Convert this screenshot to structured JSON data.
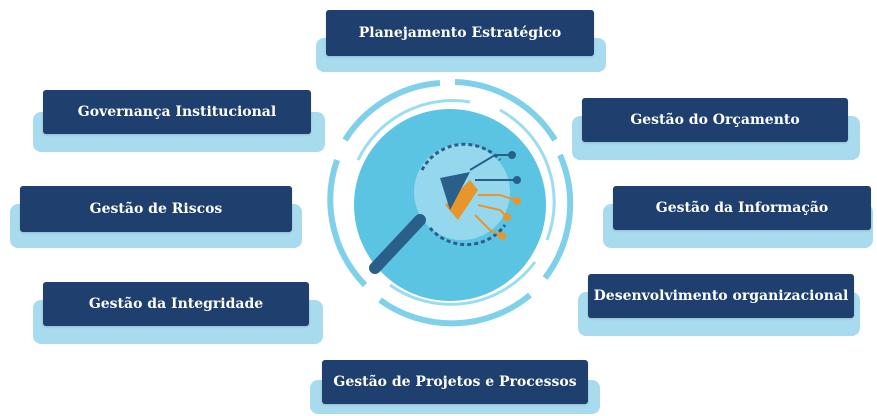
{
  "diagram": {
    "nodes": [
      {
        "id": "planejamento",
        "label": "Planejamento Estratégico"
      },
      {
        "id": "governanca",
        "label": "Governança Institucional"
      },
      {
        "id": "orcamento",
        "label": "Gestão do Orçamento"
      },
      {
        "id": "riscos",
        "label": "Gestão de Riscos"
      },
      {
        "id": "informacao",
        "label": "Gestão da Informação"
      },
      {
        "id": "integridade",
        "label": "Gestão da Integridade"
      },
      {
        "id": "desenvolvimento",
        "label": "Desenvolvimento organizacional"
      },
      {
        "id": "projetos",
        "label": "Gestão de Projetos e Processos"
      }
    ],
    "center_icon": "magnifier-network-icon",
    "colors": {
      "box": "#1f3f6e",
      "box_text": "#ffffff",
      "shadow": "#a9dbee",
      "circle": "#5cc4e3",
      "ring": "#7fd0ea",
      "handle": "#2a5f8a",
      "accent_orange": "#e8952c"
    }
  }
}
